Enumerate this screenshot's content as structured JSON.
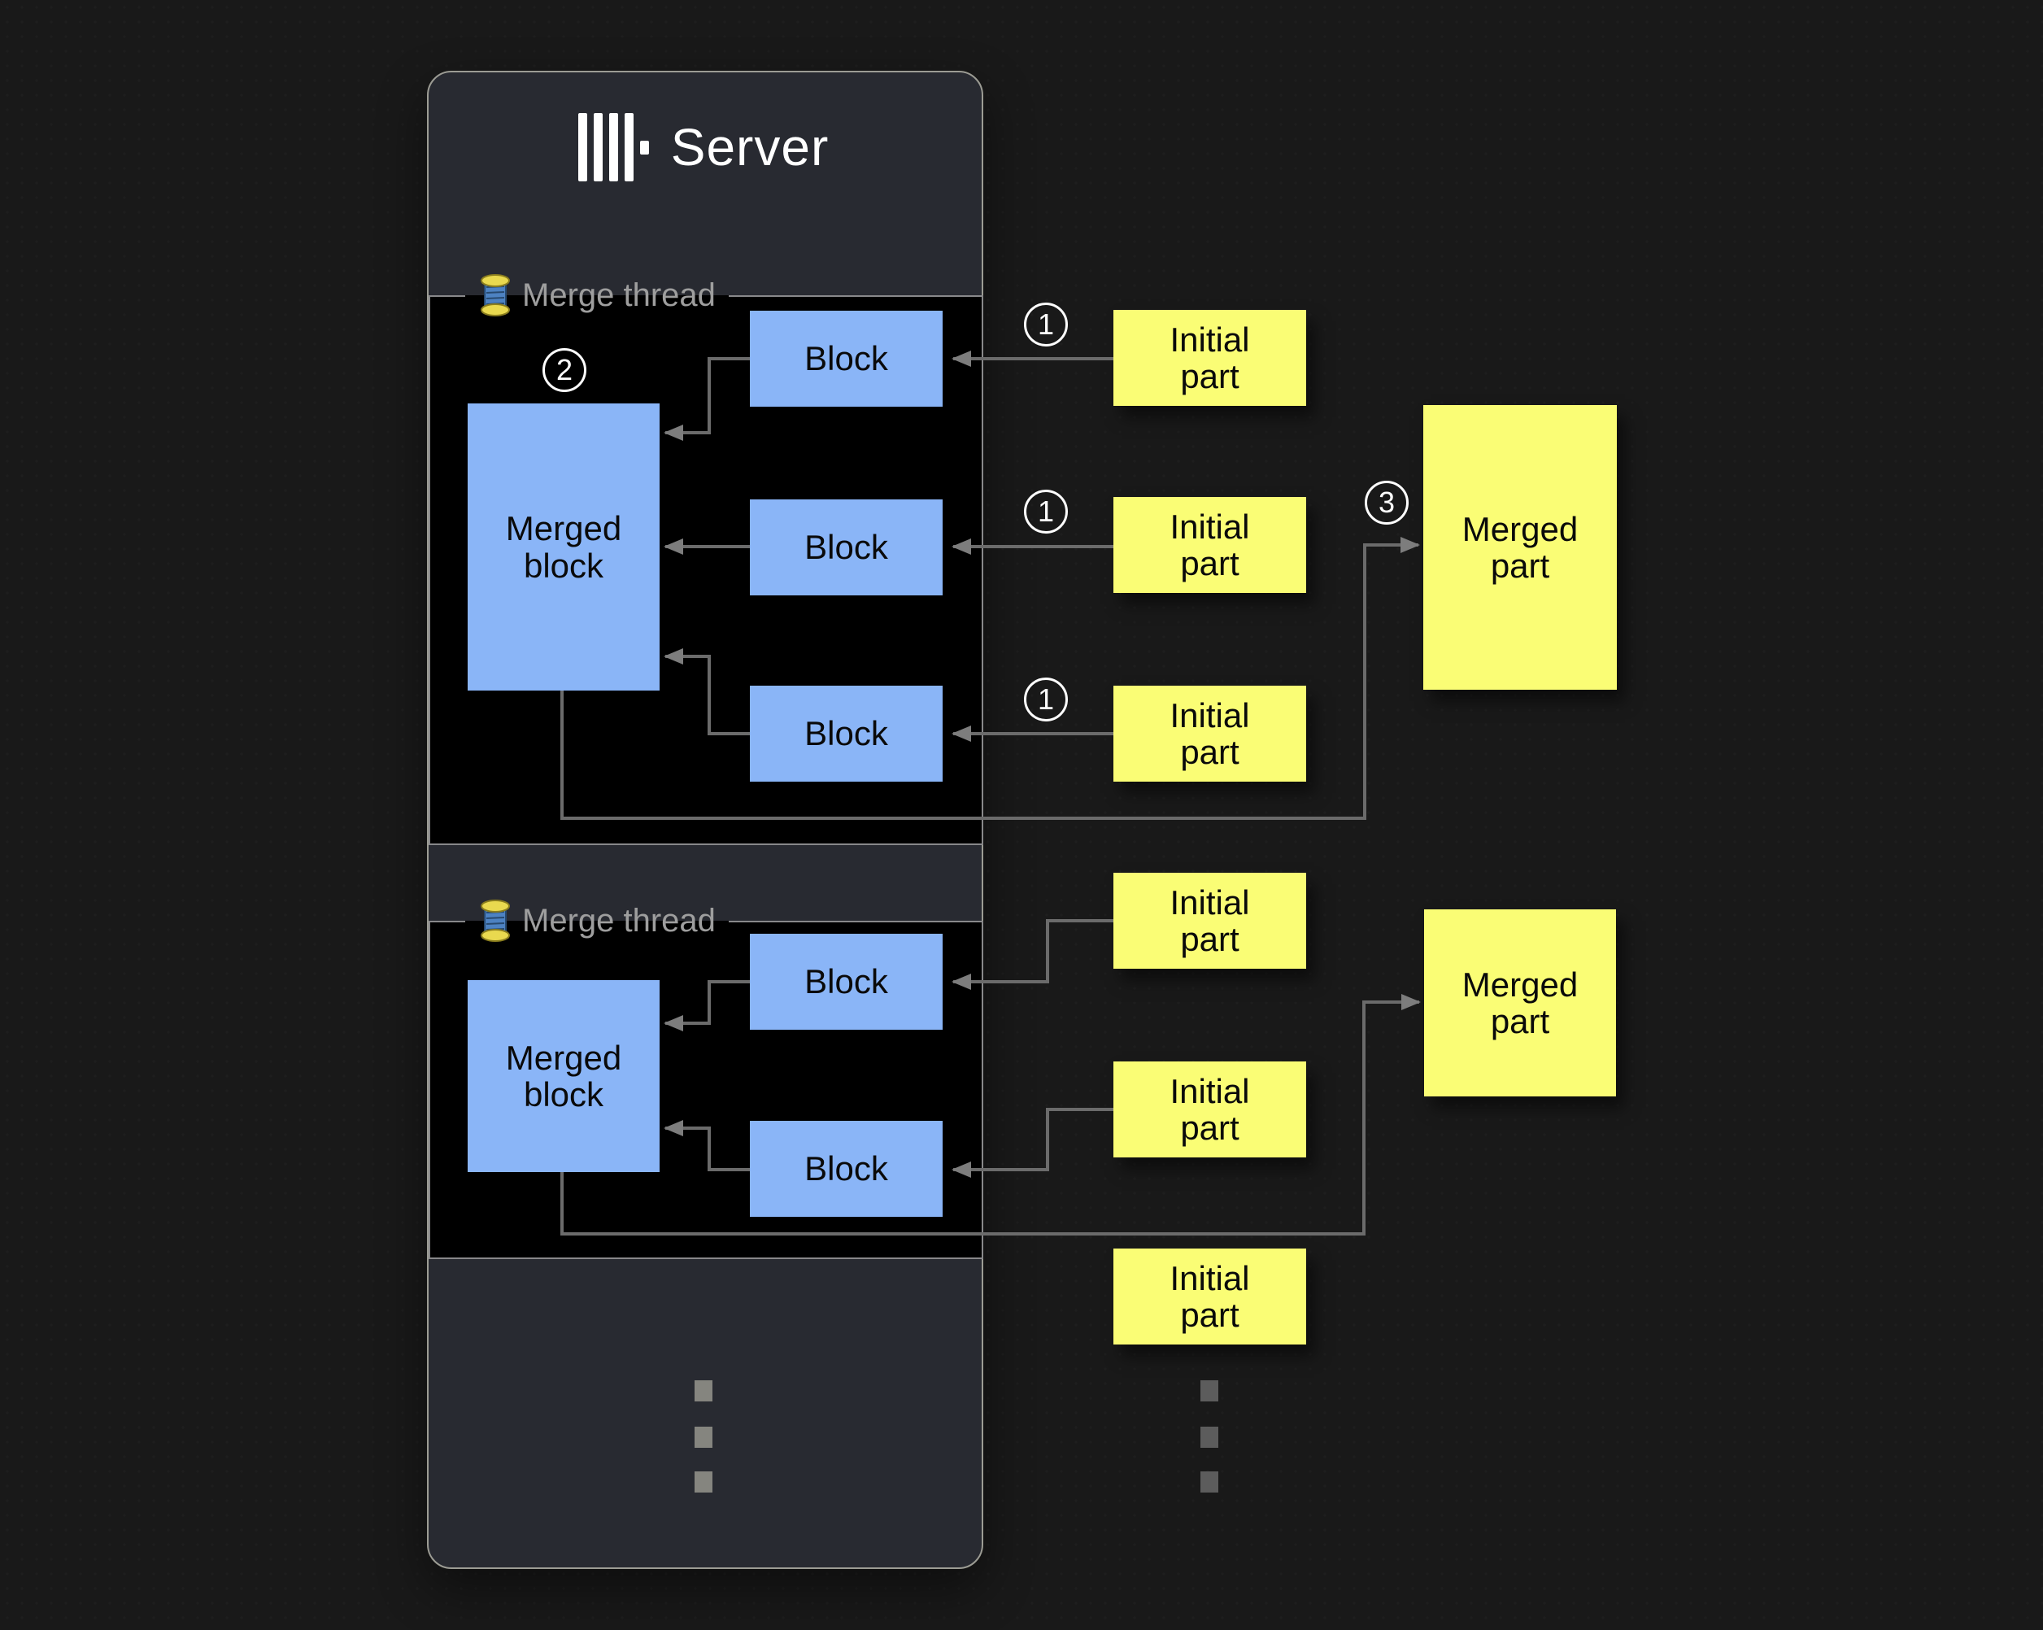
{
  "server": {
    "title": "Server",
    "logo_icon": "clickhouse-logo",
    "threads": [
      {
        "label": "Merge thread",
        "icon": "thread-spool",
        "merged_block": {
          "label": "Merged block",
          "badge": "2"
        },
        "blocks": [
          {
            "label": "Block"
          },
          {
            "label": "Block"
          },
          {
            "label": "Block"
          }
        ]
      },
      {
        "label": "Merge thread",
        "icon": "thread-spool",
        "merged_block": {
          "label": "Merged block"
        },
        "blocks": [
          {
            "label": "Block"
          },
          {
            "label": "Block"
          }
        ]
      }
    ]
  },
  "parts": {
    "group1": {
      "initial": [
        {
          "label": "Initial part",
          "badge": "1"
        },
        {
          "label": "Initial part",
          "badge": "1"
        },
        {
          "label": "Initial part",
          "badge": "1"
        }
      ],
      "merged": {
        "label": "Merged part",
        "badge": "3"
      }
    },
    "group2": {
      "initial": [
        {
          "label": "Initial part"
        },
        {
          "label": "Initial part"
        },
        {
          "label": "Initial part"
        }
      ],
      "merged": {
        "label": "Merged part"
      }
    }
  },
  "colors": {
    "background": "#1a1a1a",
    "server_panel": "#282a31",
    "panel_border": "#9c9c94",
    "thread_box": "#000000",
    "thread_box_border": "#88888a",
    "block_fill": "#8ab5f7",
    "part_fill": "#fafd75",
    "connector": "#6b6b6b",
    "label_gray": "#9e9e9e"
  }
}
